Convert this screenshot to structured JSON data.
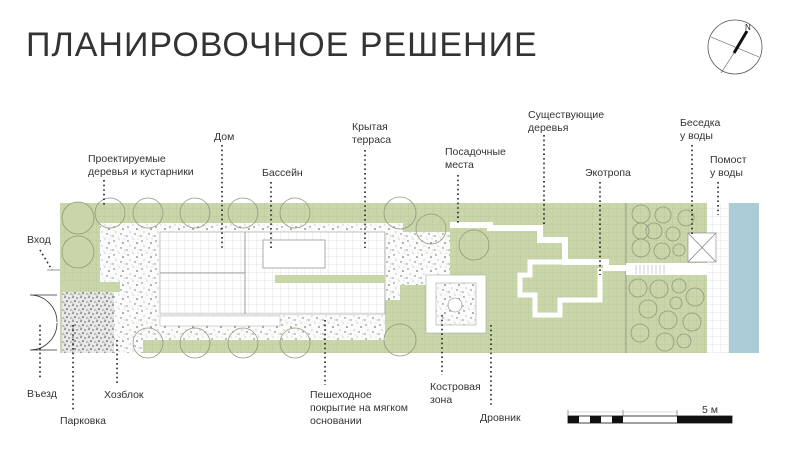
{
  "title": "ПЛАНИРОВОЧНОЕ РЕШЕНИЕ",
  "compass": {
    "north_label": "N"
  },
  "labels": {
    "entrance": "Вход",
    "car_entrance": "Въезд",
    "parking": "Парковка",
    "shed": "Хозблок",
    "trees_planned": [
      "Проектируемые",
      "деревья и кустарники"
    ],
    "house": "Дом",
    "pool": "Бассейн",
    "terrace": [
      "Крытая",
      "терраса"
    ],
    "walkway": [
      "Пешеходное",
      "покрытие на мягком",
      "основании"
    ],
    "seating": [
      "Посадочные",
      "места"
    ],
    "firepit": [
      "Костровая",
      "зона"
    ],
    "woodshed": "Дровник",
    "trees_existing": [
      "Существующие",
      "деревья"
    ],
    "eco_path": "Экотропа",
    "gazebo": [
      "Беседка",
      "у воды"
    ],
    "deck": [
      "Помост",
      "у воды"
    ]
  },
  "scale": {
    "label": "5 м"
  },
  "colors": {
    "lawn": "#c9d6a9",
    "water": "#a9ccd6",
    "grid": "#a9b58f"
  }
}
